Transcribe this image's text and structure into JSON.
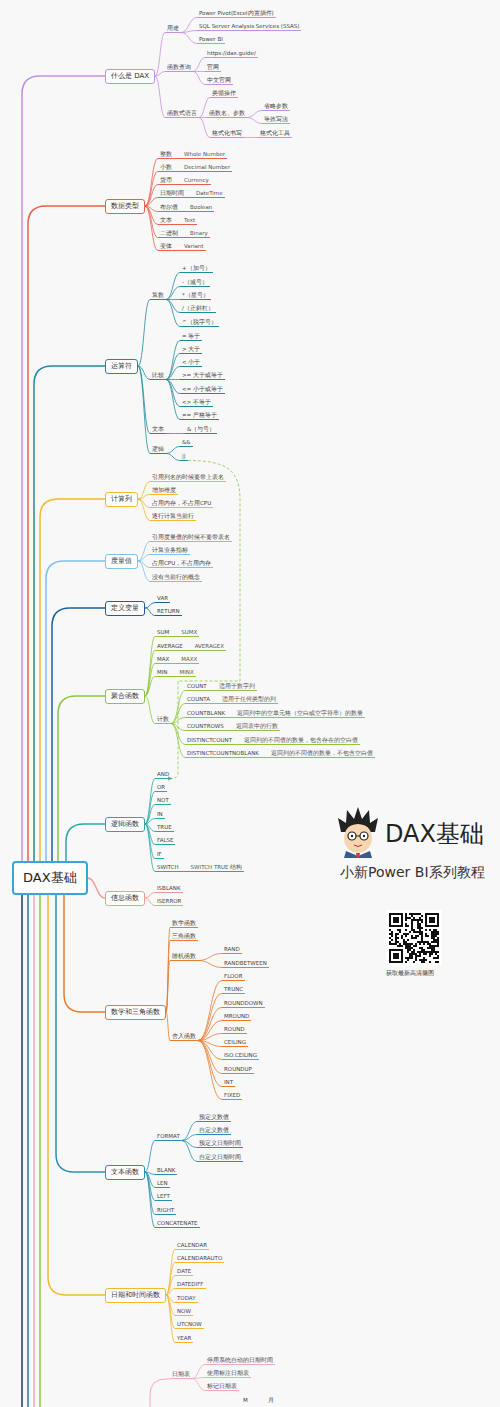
{
  "diagram": {
    "title": "DAX基础",
    "nodes": [
      {
        "text": [
          "DAX基础"
        ]
      },
      {
        "text": [
          "什么是 DAX"
        ]
      },
      {
        "text": [
          "用途"
        ]
      },
      {
        "text": [
          "Power Pivot(Excel内置插件)"
        ]
      },
      {
        "text": [
          "SQL Server Analysis Services (SSAS)"
        ]
      },
      {
        "text": [
          "Power BI"
        ]
      },
      {
        "text": [
          "函数查询"
        ]
      },
      {
        "text": [
          "https://dax.guide/"
        ]
      },
      {
        "text": [
          "官网"
        ]
      },
      {
        "text": [
          "中文官网"
        ]
      },
      {
        "text": [
          "函数式语言"
        ]
      },
      {
        "text": [
          "类循操作"
        ]
      },
      {
        "text": [
          "函数名、参数"
        ]
      },
      {
        "text": [
          "省略参数"
        ]
      },
      {
        "text": [
          "等效写法"
        ]
      },
      {
        "text": [
          "格式化书写"
        ]
      },
      {
        "text": [
          "格式化工具"
        ]
      },
      {
        "text": [
          "数据类型"
        ]
      },
      {
        "text": [
          "整数",
          "Whole Number"
        ]
      },
      {
        "text": [
          "小数",
          "Decimal Number"
        ]
      },
      {
        "text": [
          "货币",
          "Currency"
        ]
      },
      {
        "text": [
          "日期时间",
          "DateTime"
        ]
      },
      {
        "text": [
          "布尔值",
          "Boolean"
        ]
      },
      {
        "text": [
          "文本",
          "Text"
        ]
      },
      {
        "text": [
          "二进制",
          "Binary"
        ]
      },
      {
        "text": [
          "变体",
          "Variant"
        ]
      },
      {
        "text": [
          "运算符"
        ]
      },
      {
        "text": [
          "算数"
        ]
      },
      {
        "text": [
          "+（加号）"
        ]
      },
      {
        "text": [
          "-（减号）"
        ]
      },
      {
        "text": [
          "*（星号）"
        ]
      },
      {
        "text": [
          "/（正斜杠）"
        ]
      },
      {
        "text": [
          "^（脱字号）"
        ]
      },
      {
        "text": [
          "比较"
        ]
      },
      {
        "text": [
          "= 等于"
        ]
      },
      {
        "text": [
          "> 大于"
        ]
      },
      {
        "text": [
          "< 小于"
        ]
      },
      {
        "text": [
          ">= 大于或等于"
        ]
      },
      {
        "text": [
          "<= 小于或等于"
        ]
      },
      {
        "text": [
          "<> 不等于"
        ]
      },
      {
        "text": [
          "== 严格等于"
        ]
      },
      {
        "text": [
          "文本"
        ]
      },
      {
        "text": [
          "&（与号）"
        ]
      },
      {
        "text": [
          "逻辑"
        ]
      },
      {
        "text": [
          "&&"
        ]
      },
      {
        "text": [
          "||"
        ]
      },
      {
        "text": [
          "计算列"
        ]
      },
      {
        "text": [
          "引用列名的时候要带上表名"
        ]
      },
      {
        "text": [
          "增加维度"
        ]
      },
      {
        "text": [
          "占用内存，不占用CPU"
        ]
      },
      {
        "text": [
          "逐行计算当前行"
        ]
      },
      {
        "text": [
          "度量值"
        ]
      },
      {
        "text": [
          "引用度量值的时候不要带表名"
        ]
      },
      {
        "text": [
          "计算业务指标"
        ]
      },
      {
        "text": [
          "占用CPU，不占用内存"
        ]
      },
      {
        "text": [
          "没有当前行的概念"
        ]
      },
      {
        "text": [
          "定义变量"
        ]
      },
      {
        "text": [
          "VAR"
        ]
      },
      {
        "text": [
          "RETURN"
        ]
      },
      {
        "text": [
          "聚合函数"
        ]
      },
      {
        "text": [
          "SUM",
          "SUMX"
        ]
      },
      {
        "text": [
          "AVERAGE",
          "AVERAGEX"
        ]
      },
      {
        "text": [
          "MAX",
          "MAXX"
        ]
      },
      {
        "text": [
          "MIN",
          "MINX"
        ]
      },
      {
        "text": [
          "计数"
        ]
      },
      {
        "text": [
          "COUNT",
          "适用于数字列"
        ]
      },
      {
        "text": [
          "COUNTA",
          "适用于任何类型的列"
        ]
      },
      {
        "text": [
          "COUNTBLANK",
          "返回列中的空单元格（空白或空字符串）的数量"
        ]
      },
      {
        "text": [
          "COUNTROWS",
          "返回表中的行数"
        ]
      },
      {
        "text": [
          "DISTINCTCOUNT",
          "返回列的不同值的数量，包含存在的空白值"
        ]
      },
      {
        "text": [
          "DISTINCTCOUNTNOBLANK",
          "返回列的不同值的数量，不包含空白值"
        ]
      },
      {
        "text": [
          "逻辑函数"
        ]
      },
      {
        "text": [
          "AND"
        ]
      },
      {
        "text": [
          "OR"
        ]
      },
      {
        "text": [
          "NOT"
        ]
      },
      {
        "text": [
          "IN"
        ]
      },
      {
        "text": [
          "TRUE"
        ]
      },
      {
        "text": [
          "FALSE"
        ]
      },
      {
        "text": [
          "IF"
        ]
      },
      {
        "text": [
          "SWITCH",
          "SWITCH TRUE 结构"
        ]
      },
      {
        "text": [
          "信息函数"
        ]
      },
      {
        "text": [
          "ISBLANK"
        ]
      },
      {
        "text": [
          "ISERROR"
        ]
      },
      {
        "text": [
          "数学和三角函数"
        ]
      },
      {
        "text": [
          "数学函数"
        ]
      },
      {
        "text": [
          "三角函数"
        ]
      },
      {
        "text": [
          "随机函数"
        ]
      },
      {
        "text": [
          "RAND"
        ]
      },
      {
        "text": [
          "RANDBETWEEN"
        ]
      },
      {
        "text": [
          "舍入函数"
        ]
      },
      {
        "text": [
          "FLOOR"
        ]
      },
      {
        "text": [
          "TRUNC"
        ]
      },
      {
        "text": [
          "ROUNDDOWN"
        ]
      },
      {
        "text": [
          "MROUND"
        ]
      },
      {
        "text": [
          "ROUND"
        ]
      },
      {
        "text": [
          "CEILING"
        ]
      },
      {
        "text": [
          "ISO.CEILING"
        ]
      },
      {
        "text": [
          "ROUNDUP"
        ]
      },
      {
        "text": [
          "INT"
        ]
      },
      {
        "text": [
          "FIXED"
        ]
      },
      {
        "text": [
          "文本函数"
        ]
      },
      {
        "text": [
          "FORMAT"
        ]
      },
      {
        "text": [
          "预定义数值"
        ]
      },
      {
        "text": [
          "自定义数值"
        ]
      },
      {
        "text": [
          "预定义日期时间"
        ]
      },
      {
        "text": [
          "自定义日期时间"
        ]
      },
      {
        "text": [
          "BLANK"
        ]
      },
      {
        "text": [
          "LEN"
        ]
      },
      {
        "text": [
          "LEFT"
        ]
      },
      {
        "text": [
          "RIGHT"
        ]
      },
      {
        "text": [
          "CONCATENATE"
        ]
      },
      {
        "text": [
          "日期和时间函数"
        ]
      },
      {
        "text": [
          "CALENDAR"
        ]
      },
      {
        "text": [
          "CALENDARAUTO"
        ]
      },
      {
        "text": [
          "DATE"
        ]
      },
      {
        "text": [
          "DATEDIFF"
        ]
      },
      {
        "text": [
          "TODAY"
        ]
      },
      {
        "text": [
          "NOW"
        ]
      },
      {
        "text": [
          "UTCNOW"
        ]
      },
      {
        "text": [
          "YEAR"
        ]
      },
      {
        "text": [
          "日期表"
        ]
      },
      {
        "text": [
          "停用系统自动的日期时间"
        ]
      },
      {
        "text": [
          "使用标注日期表"
        ]
      },
      {
        "text": [
          "标记日期表"
        ]
      }
    ],
    "edges": [
      {
        "from": 0,
        "to": 1,
        "arrow": "none"
      },
      {
        "from": 0,
        "to": 17,
        "arrow": "none"
      },
      {
        "from": 0,
        "to": 26,
        "arrow": "none"
      },
      {
        "from": 0,
        "to": 46,
        "arrow": "none"
      },
      {
        "from": 0,
        "to": 51,
        "arrow": "none"
      },
      {
        "from": 0,
        "to": 56,
        "arrow": "none"
      },
      {
        "from": 0,
        "to": 59,
        "arrow": "none"
      },
      {
        "from": 0,
        "to": 71,
        "arrow": "none"
      },
      {
        "from": 0,
        "to": 80,
        "arrow": "none"
      },
      {
        "from": 0,
        "to": 83,
        "arrow": "none"
      },
      {
        "from": 0,
        "to": 100,
        "arrow": "none"
      },
      {
        "from": 0,
        "to": 111,
        "arrow": "none"
      },
      {
        "from": 1,
        "to": 2,
        "arrow": "none"
      },
      {
        "from": 1,
        "to": 6,
        "arrow": "none"
      },
      {
        "from": 1,
        "to": 10,
        "arrow": "none"
      },
      {
        "from": 2,
        "to": 3,
        "arrow": "none"
      },
      {
        "from": 2,
        "to": 4,
        "arrow": "none"
      },
      {
        "from": 2,
        "to": 5,
        "arrow": "none"
      },
      {
        "from": 6,
        "to": 7,
        "arrow": "none"
      },
      {
        "from": 6,
        "to": 8,
        "arrow": "none"
      },
      {
        "from": 6,
        "to": 9,
        "arrow": "none"
      },
      {
        "from": 10,
        "to": 11,
        "arrow": "none"
      },
      {
        "from": 10,
        "to": 12,
        "arrow": "none"
      },
      {
        "from": 10,
        "to": 15,
        "arrow": "none"
      },
      {
        "from": 12,
        "to": 13,
        "arrow": "none"
      },
      {
        "from": 12,
        "to": 14,
        "arrow": "none"
      },
      {
        "from": 15,
        "to": 16,
        "arrow": "none"
      },
      {
        "from": 17,
        "to": 18,
        "arrow": "none"
      },
      {
        "from": 17,
        "to": 19,
        "arrow": "none"
      },
      {
        "from": 17,
        "to": 20,
        "arrow": "none"
      },
      {
        "from": 17,
        "to": 21,
        "arrow": "none"
      },
      {
        "from": 17,
        "to": 22,
        "arrow": "none"
      },
      {
        "from": 17,
        "to": 23,
        "arrow": "none"
      },
      {
        "from": 17,
        "to": 24,
        "arrow": "none"
      },
      {
        "from": 17,
        "to": 25,
        "arrow": "none"
      },
      {
        "from": 26,
        "to": 27,
        "arrow": "none"
      },
      {
        "from": 26,
        "to": 33,
        "arrow": "none"
      },
      {
        "from": 26,
        "to": 41,
        "arrow": "none"
      },
      {
        "from": 26,
        "to": 43,
        "arrow": "none"
      },
      {
        "from": 27,
        "to": 28,
        "arrow": "none"
      },
      {
        "from": 27,
        "to": 29,
        "arrow": "none"
      },
      {
        "from": 27,
        "to": 30,
        "arrow": "none"
      },
      {
        "from": 27,
        "to": 31,
        "arrow": "none"
      },
      {
        "from": 27,
        "to": 32,
        "arrow": "none"
      },
      {
        "from": 33,
        "to": 34,
        "arrow": "none"
      },
      {
        "from": 33,
        "to": 35,
        "arrow": "none"
      },
      {
        "from": 33,
        "to": 36,
        "arrow": "none"
      },
      {
        "from": 33,
        "to": 37,
        "arrow": "none"
      },
      {
        "from": 33,
        "to": 38,
        "arrow": "none"
      },
      {
        "from": 33,
        "to": 39,
        "arrow": "none"
      },
      {
        "from": 33,
        "to": 40,
        "arrow": "none"
      },
      {
        "from": 41,
        "to": 42,
        "arrow": "none"
      },
      {
        "from": 43,
        "to": 44,
        "arrow": "none"
      },
      {
        "from": 43,
        "to": 45,
        "arrow": "none"
      },
      {
        "from": 46,
        "to": 47,
        "arrow": "none"
      },
      {
        "from": 46,
        "to": 48,
        "arrow": "none"
      },
      {
        "from": 46,
        "to": 49,
        "arrow": "none"
      },
      {
        "from": 46,
        "to": 50,
        "arrow": "none"
      },
      {
        "from": 51,
        "to": 52,
        "arrow": "none"
      },
      {
        "from": 51,
        "to": 53,
        "arrow": "none"
      },
      {
        "from": 51,
        "to": 54,
        "arrow": "none"
      },
      {
        "from": 51,
        "to": 55,
        "arrow": "none"
      },
      {
        "from": 56,
        "to": 57,
        "arrow": "none"
      },
      {
        "from": 56,
        "to": 58,
        "arrow": "none"
      },
      {
        "from": 59,
        "to": 60,
        "arrow": "none"
      },
      {
        "from": 59,
        "to": 61,
        "arrow": "none"
      },
      {
        "from": 59,
        "to": 62,
        "arrow": "none"
      },
      {
        "from": 59,
        "to": 63,
        "arrow": "none"
      },
      {
        "from": 59,
        "to": 64,
        "arrow": "none"
      },
      {
        "from": 64,
        "to": 65,
        "arrow": "none"
      },
      {
        "from": 64,
        "to": 66,
        "arrow": "none"
      },
      {
        "from": 64,
        "to": 67,
        "arrow": "none"
      },
      {
        "from": 64,
        "to": 68,
        "arrow": "none"
      },
      {
        "from": 64,
        "to": 69,
        "arrow": "none"
      },
      {
        "from": 64,
        "to": 70,
        "arrow": "none"
      },
      {
        "from": 71,
        "to": 72,
        "arrow": "none"
      },
      {
        "from": 71,
        "to": 73,
        "arrow": "none"
      },
      {
        "from": 71,
        "to": 74,
        "arrow": "none"
      },
      {
        "from": 71,
        "to": 75,
        "arrow": "none"
      },
      {
        "from": 71,
        "to": 76,
        "arrow": "none"
      },
      {
        "from": 71,
        "to": 77,
        "arrow": "none"
      },
      {
        "from": 71,
        "to": 78,
        "arrow": "none"
      },
      {
        "from": 71,
        "to": 79,
        "arrow": "none"
      },
      {
        "from": 80,
        "to": 81,
        "arrow": "none"
      },
      {
        "from": 80,
        "to": 82,
        "arrow": "none"
      },
      {
        "from": 83,
        "to": 84,
        "arrow": "none"
      },
      {
        "from": 83,
        "to": 85,
        "arrow": "none"
      },
      {
        "from": 83,
        "to": 86,
        "arrow": "none"
      },
      {
        "from": 83,
        "to": 89,
        "arrow": "none"
      },
      {
        "from": 86,
        "to": 87,
        "arrow": "none"
      },
      {
        "from": 86,
        "to": 88,
        "arrow": "none"
      },
      {
        "from": 89,
        "to": 90,
        "arrow": "none"
      },
      {
        "from": 89,
        "to": 91,
        "arrow": "none"
      },
      {
        "from": 89,
        "to": 92,
        "arrow": "none"
      },
      {
        "from": 89,
        "to": 93,
        "arrow": "none"
      },
      {
        "from": 89,
        "to": 94,
        "arrow": "none"
      },
      {
        "from": 89,
        "to": 95,
        "arrow": "none"
      },
      {
        "from": 89,
        "to": 96,
        "arrow": "none"
      },
      {
        "from": 89,
        "to": 97,
        "arrow": "none"
      },
      {
        "from": 89,
        "to": 98,
        "arrow": "none"
      },
      {
        "from": 89,
        "to": 99,
        "arrow": "none"
      },
      {
        "from": 100,
        "to": 101,
        "arrow": "none"
      },
      {
        "from": 100,
        "to": 106,
        "arrow": "none"
      },
      {
        "from": 100,
        "to": 107,
        "arrow": "none"
      },
      {
        "from": 100,
        "to": 108,
        "arrow": "none"
      },
      {
        "from": 100,
        "to": 109,
        "arrow": "none"
      },
      {
        "from": 100,
        "to": 110,
        "arrow": "none"
      },
      {
        "from": 101,
        "to": 102,
        "arrow": "none"
      },
      {
        "from": 101,
        "to": 103,
        "arrow": "none"
      },
      {
        "from": 101,
        "to": 104,
        "arrow": "none"
      },
      {
        "from": 101,
        "to": 105,
        "arrow": "none"
      },
      {
        "from": 111,
        "to": 112,
        "arrow": "none"
      },
      {
        "from": 111,
        "to": 113,
        "arrow": "none"
      },
      {
        "from": 111,
        "to": 114,
        "arrow": "none"
      },
      {
        "from": 111,
        "to": 115,
        "arrow": "none"
      },
      {
        "from": 111,
        "to": 116,
        "arrow": "none"
      },
      {
        "from": 111,
        "to": 117,
        "arrow": "none"
      },
      {
        "from": 111,
        "to": 118,
        "arrow": "none"
      },
      {
        "from": 111,
        "to": 119,
        "arrow": "none"
      },
      {
        "from": 120,
        "to": 121,
        "arrow": "none"
      },
      {
        "from": 120,
        "to": 122,
        "arrow": "none"
      },
      {
        "from": 120,
        "to": 123,
        "arrow": "none"
      },
      {
        "from": 45,
        "to": 72,
        "arrow": "to"
      }
    ],
    "labels": [
      "小新Power BI系列教程",
      "获取最新高清脑图",
      "M",
      "月"
    ]
  }
}
